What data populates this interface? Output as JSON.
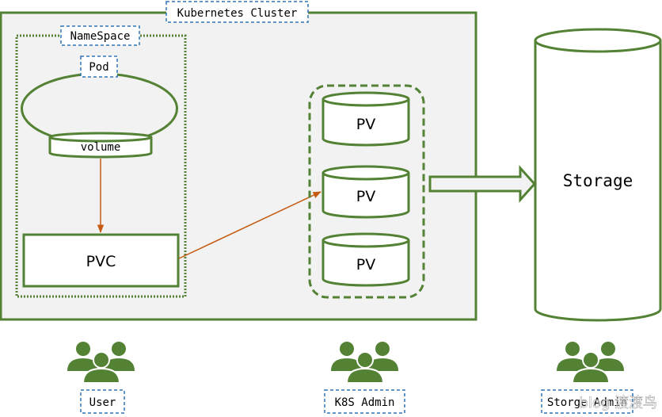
{
  "cluster": {
    "label": "Kubernetes Cluster"
  },
  "namespace": {
    "label": "NameSpace"
  },
  "pod": {
    "label": "Pod",
    "volume_label": "volume"
  },
  "pvc": {
    "label": "PVC"
  },
  "pv_group": {
    "items": [
      "PV",
      "PV",
      "PV"
    ]
  },
  "storage": {
    "label": "Storage"
  },
  "roles": {
    "user": "User",
    "k8s_admin": "K8S Admin",
    "storage_admin": "Storge Admin"
  },
  "watermark": "blog 渡渡鸟",
  "colors": {
    "green": "#548235",
    "orange": "#C55A11",
    "blue_dash": "#2E75B6",
    "cluster_fill": "#F2F2F2"
  }
}
